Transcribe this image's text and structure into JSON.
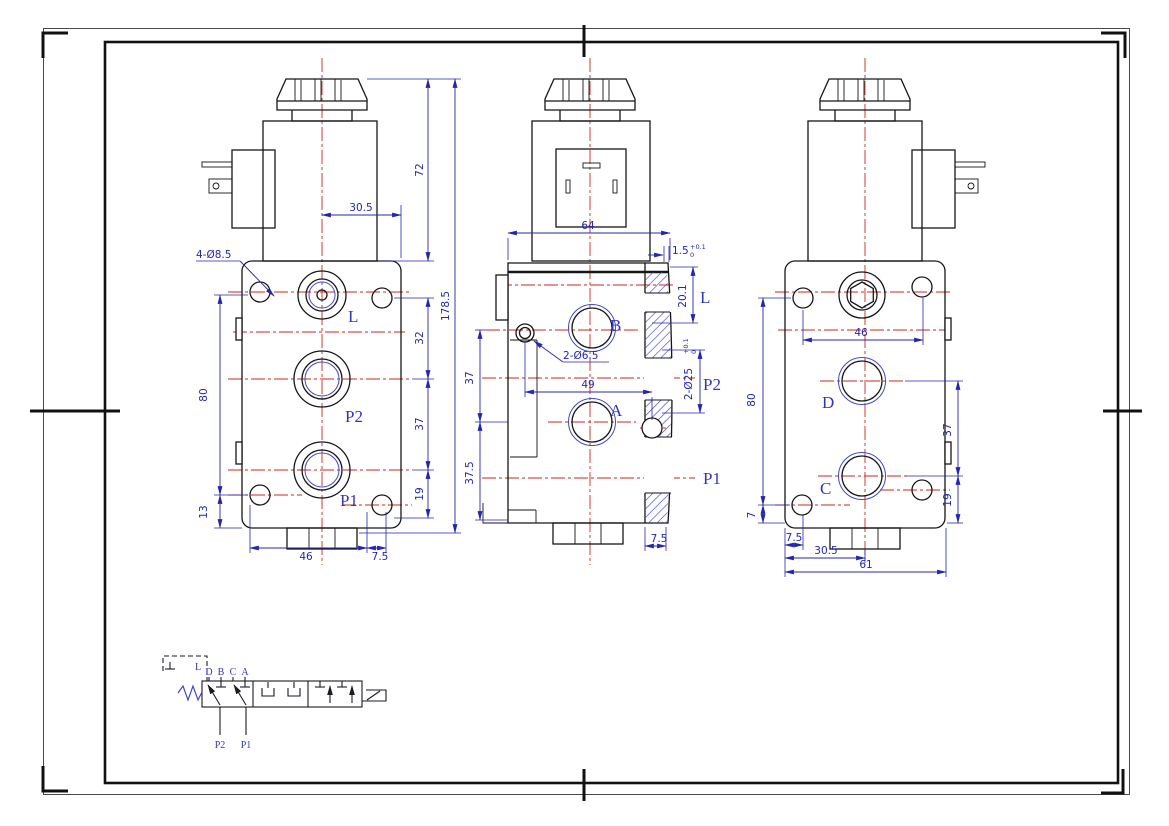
{
  "drawing": {
    "front_view": {
      "port_labels": {
        "top": "L",
        "middle": "P2",
        "bottom": "P1"
      },
      "dimensions": {
        "hole_callout": "4-Ø8.5",
        "solenoid_offset": "30.5",
        "solenoid_height": "72",
        "overall_height": "178.5",
        "port_gap_top": "32",
        "port_gap_mid": "37",
        "port_gap_bottom": "19",
        "mount_height": "80",
        "mount_bottom": "13",
        "base_width": "46",
        "base_edge": "7.5"
      }
    },
    "side_view": {
      "port_labels": {
        "upper": "B",
        "lower": "A",
        "right_top": "L",
        "right_mid": "P2",
        "right_bottom": "P1"
      },
      "dimensions": {
        "coil_width": "64",
        "plate_thickness": "1.5",
        "plate_tol_upper": "+0.1",
        "plate_tol_lower": "0",
        "flange_depth": "20.1",
        "hole_callout": "2-Ø6.5",
        "hole_spacing": "49",
        "upper_span": "37",
        "lower_span": "37.5",
        "bore_callout": "2-Ø25",
        "bore_tol_upper": "+0.1",
        "bore_tol_lower": "0",
        "flange_width": "7.5"
      }
    },
    "rear_view": {
      "port_labels": {
        "upper": "D",
        "lower": "C"
      },
      "dimensions": {
        "top_spacing": "46",
        "mount_height": "80",
        "foot": "7",
        "port_spacing": "37",
        "bottom_spacing": "19",
        "edge": "7.5",
        "center_offset": "30.5",
        "width": "61"
      }
    },
    "schematic": {
      "labels": {
        "drain": "L",
        "d": "D",
        "b": "B",
        "c": "C",
        "a": "A",
        "p2": "P2",
        "p1": "P1"
      }
    },
    "colors": {
      "outline": "#161616",
      "centerline": "#c8291f",
      "dimension": "#2525ad",
      "hatch": "#4646c8"
    }
  }
}
